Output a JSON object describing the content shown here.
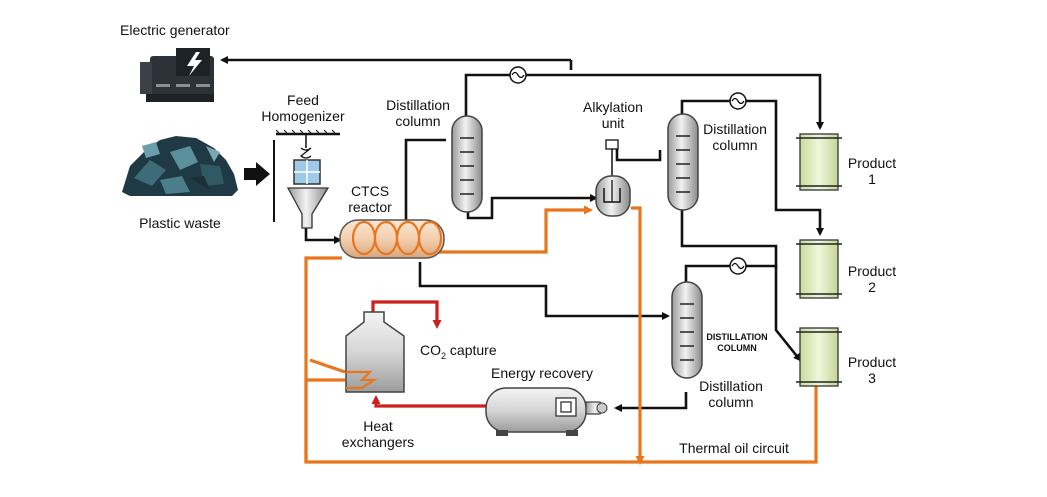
{
  "labels": {
    "electric_generator": "Electric generator",
    "feed_homogenizer_line1": "Feed",
    "feed_homogenizer_line2": "Homogenizer",
    "plastic_waste": "Plastic waste",
    "ctcs_reactor_line1": "CTCS",
    "ctcs_reactor_line2": "reactor",
    "distillation_column_1_line1": "Distillation",
    "distillation_column_1_line2": "column",
    "alkylation_unit_line1": "Alkylation",
    "alkylation_unit_line2": "unit",
    "distillation_column_2_line1": "Distillation",
    "distillation_column_2_line2": "column",
    "distillation_column_3_tag_line1": "DISTILLATION",
    "distillation_column_3_tag_line2": "COLUMN",
    "distillation_column_3_line1": "Distillation",
    "distillation_column_3_line2": "column",
    "product1_line1": "Product",
    "product1_line2": "1",
    "product2_line1": "Product",
    "product2_line2": "2",
    "product3_line1": "Product",
    "product3_line2": "3",
    "co2_capture_prefix": "CO",
    "co2_capture_sub": "2",
    "co2_capture_suffix": " capture",
    "energy_recovery": "Energy recovery",
    "heat_exchangers_line1": "Heat",
    "heat_exchangers_line2": "exchangers",
    "thermal_oil_circuit": "Thermal oil circuit"
  },
  "colors": {
    "process_line": "#111111",
    "thermal_oil": "#e8761e",
    "flue_gas": "#cc2020",
    "product_tank": "#e3efc6",
    "vessel": "#dcdcdc"
  }
}
